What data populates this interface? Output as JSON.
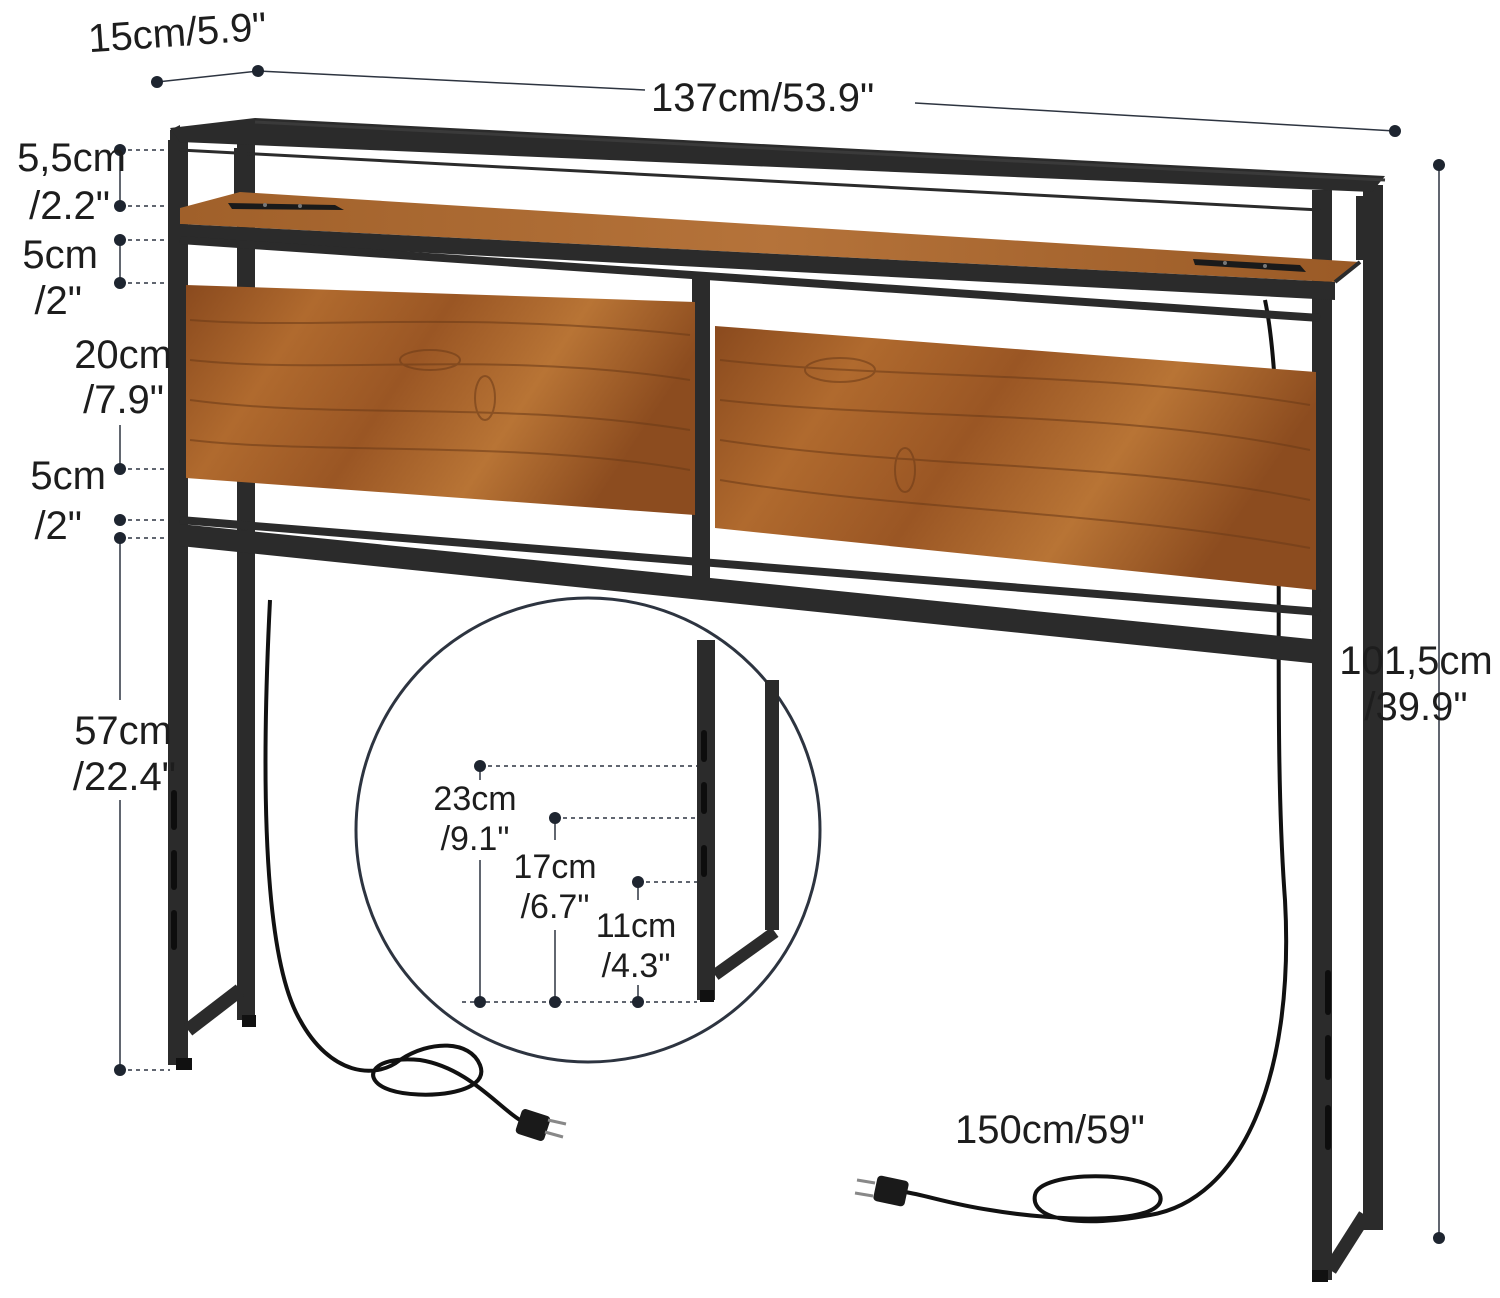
{
  "dimensions": {
    "depth": "15cm/5.9\"",
    "width": "137cm/53.9\"",
    "total_height": {
      "cm": "101,5cm",
      "inch": "/39.9\""
    },
    "top_gap": {
      "cm": "5,5cm",
      "inch": "/2.2\""
    },
    "shelf_gap": {
      "cm": "5cm",
      "inch": "/2\""
    },
    "panel_height": {
      "cm": "20cm",
      "inch": "/7.9\""
    },
    "lower_gap": {
      "cm": "5cm",
      "inch": "/2\""
    },
    "leg_height": {
      "cm": "57cm",
      "inch": "/22.4\""
    },
    "cord_length": "150cm/59\""
  },
  "detail": {
    "height_1": {
      "cm": "23cm",
      "inch": "/9.1\""
    },
    "height_2": {
      "cm": "17cm",
      "inch": "/6.7\""
    },
    "height_3": {
      "cm": "11cm",
      "inch": "/4.3\""
    }
  },
  "colors": {
    "frame": "#2b2b2b",
    "wood_light": "#b06a2e",
    "wood_dark": "#6b3a17",
    "dimension_line": "#2d3440"
  },
  "icons": [
    "power-outlet-icon",
    "power-plug-icon"
  ]
}
